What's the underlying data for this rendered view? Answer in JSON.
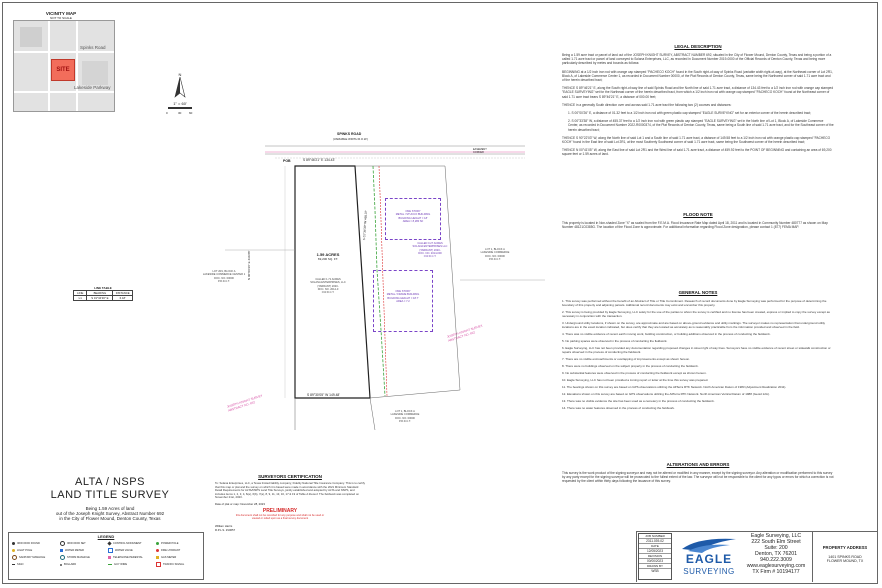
{
  "vicinity_map": {
    "title": "VICINITY MAP",
    "subtitle": "NOT TO SCALE",
    "road_1": "Spinks Road",
    "road_2": "Lakeside Parkway",
    "site_label": "SITE"
  },
  "north_arrow": {
    "letter": "N",
    "scale_text": "1\" = 60'",
    "scale_ticks": [
      "0",
      "30",
      "60"
    ]
  },
  "survey_plan": {
    "road_label": "SPINKS ROAD",
    "road_sub": "(VARIABLE WIDTH R.O.W.)",
    "pob": "POB",
    "bearing_north": "S 89°46'21\" E 134.43'",
    "bearing_south": "S 89°30'05\" W 149.48'",
    "bearing_west": "N 00°00'26\" E 430.88'",
    "bearing_east": "S 01°34'30\" W 468.37'",
    "acreage": "1.59 ACRES",
    "acreage_sq": "69,200 SQ. FT.",
    "parcel_center": "CALLED 1.71 ACRES\nSOLANA ENTERPRISES, LLC\n(TARRANT) 2020-\nDOC. NO. 2014-0\nO.R.D.C.T.",
    "parcel_right_1": "CALLED 0.27 ACRES\nSOLANA ENTERPRISES LLC\n(TARRANT) 2020-\nDOC. NO. 2014-000\nO.R.D.C.T.",
    "building_1": "ONE STORY\nMETAL / STUCCO BUILDING\nBUILDING HEIGHT = 18'\nAREA = 8,280 SF",
    "building_2": "ONE STORY\nMETAL / FRAME BUILDING\nBUILDING HEIGHT = 18.7'\nAREA = 7.2",
    "lot_west": "LOT 2R1, BLOCK A\nLAKESIDE COMMERCE CENTER 1\nDOC. NO. 00000\nP.R.D.C.T.",
    "lot_east": "LOT 1, BLOCK A\nLAKESIDE COMMERCE\nDOC. NO. 00000\nP.R.D.C.T.",
    "lot_south": "LOT 1, BLOCK A\nLAKESIDE COMMERCE\nDOC. NO. 00000\nP.R.D.C.T.",
    "abstract_label": "JOSEPH KNIGHT SURVEY\nABSTRACT NO. 692",
    "abstract_label_2": "JOSEPH KNIGHT SURVEY,\nABSTRACT NO. 692",
    "line_table_title": "LINE TABLE",
    "line_table_headers": [
      "LINE",
      "BEARING",
      "DISTANCE"
    ],
    "line_table_rows": [
      [
        "L1",
        "S 01°34'30\" E",
        "6.18'"
      ]
    ],
    "easement_label": "EASEMENT\nCORNER"
  },
  "title_block": {
    "line1": "ALTA / NSPS",
    "line2": "LAND TITLE SURVEY",
    "desc1": "Being 1.59 Acres of land",
    "desc2": "out of the Joseph Knight Survey, Abstract Number 692",
    "desc3": "in the City of Flower Mound, Denton County, Texas"
  },
  "surveyors_cert": {
    "title": "SURVEYORS CERTIFICATION",
    "text": "To: Solana Enterprises, LLC, a Texas limited liability company; Fidelity National Title Insurance Company. This is to certify that this map or plat and the survey on which it is based were made in accordance with the 2021 Minimum Standard Detail Requirements for ALTA/NSPS Land Title Surveys, jointly established and adopted by ALTA and NSPS, and includes items 1, 2, 3, 4, 6(a), 6(b), 7(a), 8, 9, 11, 13, 16, 17 & 19 of Table A thereof. The fieldwork was completed on November 21st, 2023.",
    "date_line": "Date of plat or map: November 28, 2023",
    "stamp_title": "PRELIMINARY",
    "stamp_text": "this document shall not be recorded for any purpose and shall not be used or viewed or relied upon as a final survey document",
    "signer": "William Harris",
    "signer_title": "R.P.L.S. #10657"
  },
  "legend": {
    "title": "LEGEND",
    "items": [
      "IRON ROD FOUND",
      "IRON ROD SET",
      "CONTROL MONUMENT",
      "POWER POLE",
      "LIGHT POLE",
      "WATER METER",
      "WATER VALVE",
      "FIRE HYDRANT",
      "SANITARY MANHOLE",
      "STORM MANHOLE",
      "TELEPHONE PEDESTAL",
      "GAS METER",
      "SIGN",
      "BOLLARD",
      "GUY WIRE",
      "TRAFFIC SIGNAL"
    ]
  },
  "legal_description": {
    "title": "LEGAL DESCRIPTION",
    "paragraphs": [
      "Being a 1.59 acre tract or parcel of land out of the JOSEPH KNIGHT SURVEY, ABSTRACT NUMBER 692, situated in the City of Flower Mound, Denton County, Texas and being a portion of a called 1.71 acre tract or parcel of land conveyed to Solana Enterprises, LLC, as recorded in Document Number 2019-0000 of the Official Records of Denton County, Texas and being more particularly described by metes and bounds as follows:",
      "BEGINNING at a 1/2 inch iron rod with orange cap stamped \"PACHECO KOCH\" found in the South right-of-way of Spinks Road (variable width right-of-way), at the Northeast corner of Lot 2R1, Block A, of Lakeside Commerce Center 1, as recorded in Document Number 00000, of the Plat Records of Denton County, Texas, same being the Northwest corner of said 1.71 acre tract and of the herein described tract;",
      "THENCE S 89°46'21\" E, along the South right-of-way line of said Spinks Road and the North line of said 1.71 acre tract, a distance of 134.43 feet to a 1/2 inch iron rod with orange cap stamped \"EAGLE SURVEYING\" set for the Northeast corner of the herein described tract, from which a 1/2 inch iron rod with orange cap stamped \"PACHECO KOCH\" found at the Northeast corner of said 1.71 acre tract bears S 89°46'21\" E, a distance of 000.00 feet;",
      "THENCE in a generally South direction over and across said 1.71 acre tract the following two (2) courses and distances:",
      "1. S 00°00'26\" E, a distance of 01.32 feet to a 1/2 inch iron rod with green plastic cap stamped \"EAGLE SURVEYING\" set for an exterior corner of the herein described tract;",
      "2. S 00°33'38\" W, a distance of 455.37 feet to a 1/2 inch iron rod with green plastic cap stamped \"EAGLE SURVEYING\" set in the North line of Lot 1, Block A, of Lakeside Commerce Center, as recorded in Document Number 2022-R0000374, of the Plat Records of Denton County, Texas, same being a South line of said 1.71 acre tract, and for the Southeast corner of the herein described tract;",
      "THENCE S 90°22'03\" W, along the North line of said Lot 1 and a South line of said 1.71 acre tract, a distance of 149.58 feet to a 1/2 inch iron rod with orange plastic cap stamped \"PACHECO KOCH\" found in the East line of said Lot 2R1, at the most Southerly Southwest corner of said 1.71 acre tract, same being the Southwest corner of the herein described tract;",
      "THENCE N 00°41'05\" W, along the East line of said Lot 2R1 and the West line of said 1.71 acre tract, a distance of 459.92 feet to the POINT OF BEGINNING and containing an area of 69,200 square feet or 1.59 acres of land."
    ]
  },
  "flood_note": {
    "title": "FLOOD NOTE",
    "text": "This property is located in Non-shaded Zone \"X\" as scaled from the F.E.M.A. Flood Insurance Rate Map dated April 18, 2011 and is located in Community Number 480777 as shown on Map Number 48121C0385G. The location of the Flood Zone is approximate. For additional information regarding Flood Zone designation, please contact 1 (877) FEMA MAP."
  },
  "general_notes": {
    "title": "GENERAL NOTES",
    "items": [
      "1. This survey was performed without the benefit of an Abstract of Title or Title Commitment. Research of record documents done by Eagle Surveying was performed for the purpose of determining the boundary of this property and adjoining parcels. Additional record documents may exist and encumber this property.",
      "2. This survey is being provided by Eagle Surveying, LLC solely for the use of the parties to whom the survey is certified and no license has been created, express or implied to copy the survey except as necessary in conjunction with the transaction.",
      "3. Underground utility locations, if shown on the survey, are approximate and are based on above-ground evidence and utility markings. The surveyor makes no representation that underground utility locations are in the exact location indicated, but does certify that they are located as accurately as is reasonably practicable from the information provided and observed in the field.",
      "4. There was no visible evidence of recent earth moving work, building construction, or building additions observed in the process of conducting the fieldwork.",
      "5. No parking spaces were observed in the process of conducting the fieldwork.",
      "6. Eagle Surveying, LLC has not been provided any documentation regarding proposed changes in street right of way lines. Surveyors have no visible evidence of recent street or sidewalk construction or repairs observed in the process of conducting the fieldwork.",
      "7. There are no visible encroachments or overlapping of improvements except as shown hereon.",
      "8. There were no buildings observed on the subject property in the process of conducting the fieldwork.",
      "9. No substantial features were observed in the process of conducting the fieldwork except as shown hereon.",
      "10. Eagle Surveying, LLC has not been provided a zoning report or letter at the time this survey was prepared.",
      "11. The bearings shown on this survey are based on GPS observations utilizing the AllTerra RTK Network. North American Datum of 1983 (Adjustment Realization 2011).",
      "12. Elevations shown on this survey are based on GPS observations utilizing the AllTerra RTK Network. North American Vertical Datum of 1988 (Geoid 12A).",
      "13. There was no visible evidence the site has been used as a cemetery in the process of conducting the fieldwork.",
      "14. There was no water features observed in the process of conducting the fieldwork."
    ]
  },
  "alterations": {
    "title": "ALTERATIONS AND ERRORS",
    "text": "This survey is the work product of the signing surveyor and may not be altered or modified in any manner, except by the signing surveyor. Any alteration or modification performed to this survey by any party except for the signing surveyor will be prosecuted to the fullest extent of the law. The surveyor will not be responsible to the client for any typos or errors for which a correction is not requested by the client within thirty days following the issuance of this survey."
  },
  "job_block": {
    "job_label": "JOB NUMBER",
    "job_value": "2311.039-02",
    "date_label": "DATE",
    "date_value": "12/05/2023",
    "revision_label": "REVISION",
    "revision_value": "00/00/2023",
    "drawn_label": "DRAWN BY",
    "drawn_value": "WSB"
  },
  "company": {
    "logo_top": "EAGLE",
    "logo_bottom": "SURVEYING",
    "name": "Eagle Surveying, LLC",
    "street": "222 South Elm Street",
    "suite": "Suite: 200",
    "city": "Denton, TX  76201",
    "phone": "940.222.3009",
    "web": "www.eaglesurveying.com",
    "firm": "TX Firm # 10194177"
  },
  "property_address": {
    "title": "PROPERTY ADDRESS",
    "line1": "1401 SPINKS ROAD",
    "line2": "FLOWER MOUND, TX"
  }
}
